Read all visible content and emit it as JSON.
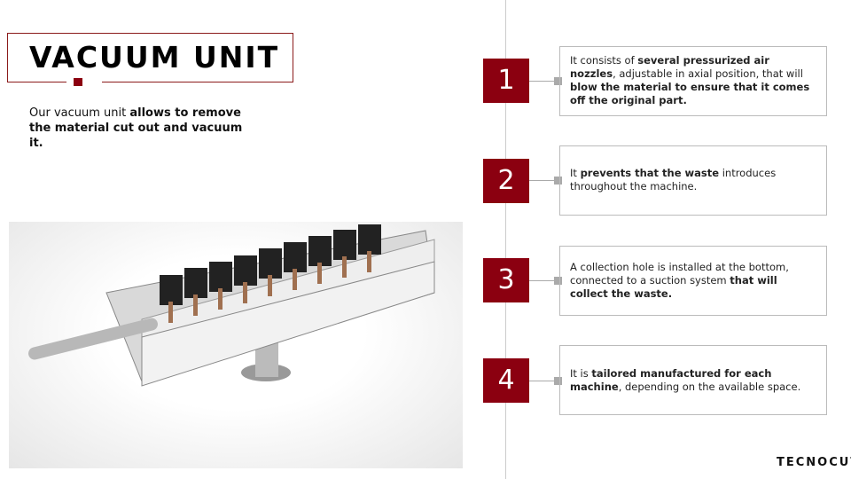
{
  "header": {
    "title": "VACUUM UNIT"
  },
  "intro": [
    {
      "text": "Our vacuum unit ",
      "bold": false
    },
    {
      "text": "allows to remove the material cut out and vacuum it.",
      "bold": true
    }
  ],
  "steps": [
    {
      "number": "1",
      "segments": [
        {
          "text": "It consists of ",
          "bold": false
        },
        {
          "text": "several pressurized air nozzles",
          "bold": true
        },
        {
          "text": ", adjustable in axial position, that will ",
          "bold": false
        },
        {
          "text": "blow the material to ensure that it comes off the original part.",
          "bold": true
        }
      ]
    },
    {
      "number": "2",
      "segments": [
        {
          "text": "It ",
          "bold": false
        },
        {
          "text": "prevents that the waste",
          "bold": true
        },
        {
          "text": " introduces throughout the machine.",
          "bold": false
        }
      ]
    },
    {
      "number": "3",
      "segments": [
        {
          "text": "A collection hole is installed at the bottom, connected to a suction system ",
          "bold": false
        },
        {
          "text": "that will collect the waste.",
          "bold": true
        }
      ]
    },
    {
      "number": "4",
      "segments": [
        {
          "text": "It is ",
          "bold": false
        },
        {
          "text": "tailored manufactured for each machine",
          "bold": true
        },
        {
          "text": ", depending on the available space.",
          "bold": false
        }
      ]
    }
  ],
  "logo": {
    "text": "TECNOCUT"
  },
  "colors": {
    "accent": "#8b0010",
    "line": "#cccccc"
  }
}
